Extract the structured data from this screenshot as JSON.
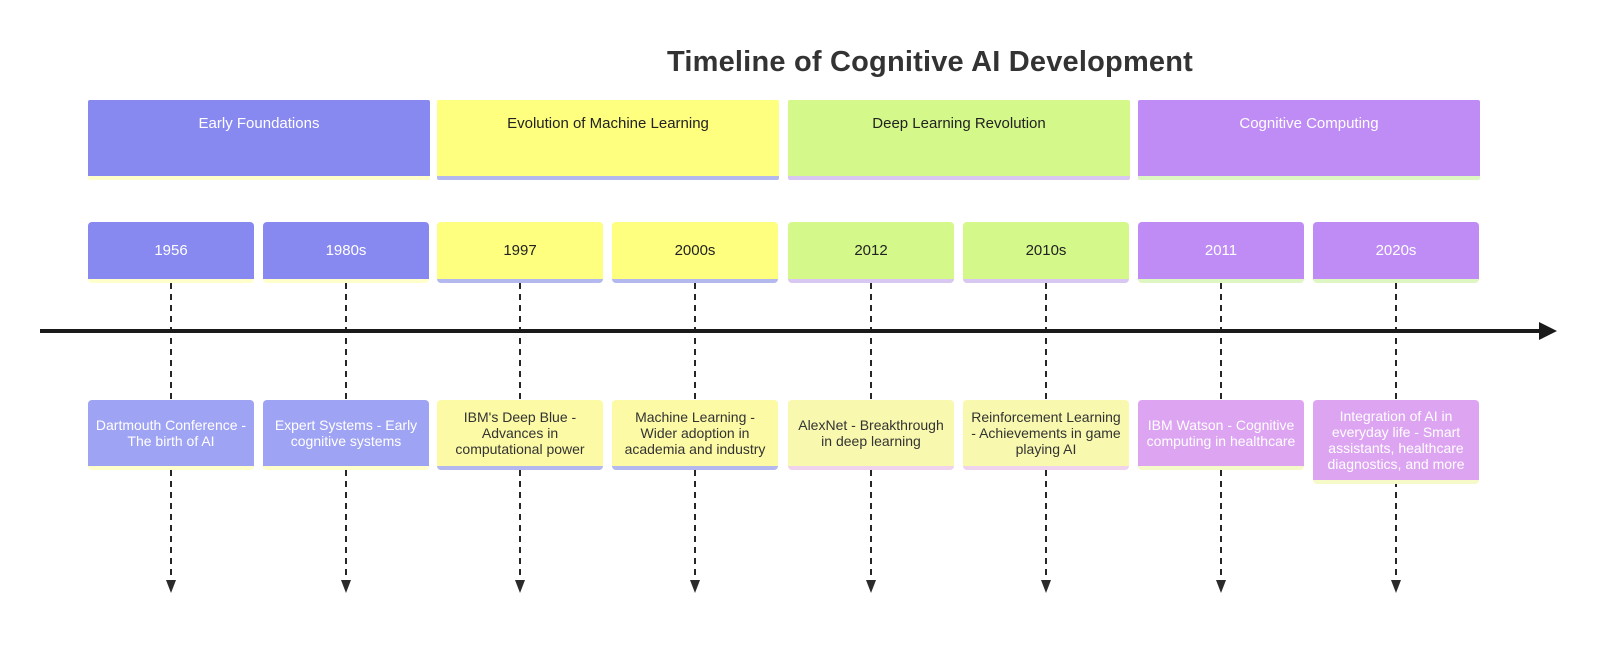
{
  "title": "Timeline of Cognitive AI Development",
  "palette": {
    "purple_fill": "#8788f0",
    "purple_event_fill": "#9fa3f3",
    "yellow_fill": "#feff7f",
    "yellow_event_fill": "#fcfaa5",
    "green_fill": "#d4f88a",
    "green_event_fill": "#f8f9ae",
    "violet_fill": "#bf8bf5",
    "violet_event_fill": "#dda4f2",
    "underline_on_purple": "#ffffcc",
    "underline_on_yellow": "#b3b8ee",
    "underline_on_green": "#d8c7f0",
    "underline_on_violet": "#def6c2",
    "axis_color": "#1a1a1a",
    "title_color": "#333333"
  },
  "sections": [
    {
      "label": "Early Foundations",
      "family": "purple"
    },
    {
      "label": "Evolution of Machine Learning",
      "family": "yellow"
    },
    {
      "label": "Deep Learning Revolution",
      "family": "green"
    },
    {
      "label": "Cognitive Computing",
      "family": "violet"
    }
  ],
  "periods": [
    {
      "label": "1956",
      "family": "purple",
      "event": "Dartmouth Conference - The birth of AI"
    },
    {
      "label": "1980s",
      "family": "purple",
      "event": "Expert Systems - Early cognitive systems"
    },
    {
      "label": "1997",
      "family": "yellow",
      "event": "IBM's Deep Blue - Advances in computational power"
    },
    {
      "label": "2000s",
      "family": "yellow",
      "event": "Machine Learning - Wider adoption in academia and industry"
    },
    {
      "label": "2012",
      "family": "green",
      "event": "AlexNet - Breakthrough in deep learning"
    },
    {
      "label": "2010s",
      "family": "green",
      "event": "Reinforcement Learning - Achievements in game playing AI"
    },
    {
      "label": "2011",
      "family": "violet",
      "event": "IBM Watson - Cognitive computing in healthcare"
    },
    {
      "label": "2020s",
      "family": "violet",
      "event": "Integration of AI in everyday life - Smart assistants, healthcare diagnostics, and more"
    }
  ]
}
